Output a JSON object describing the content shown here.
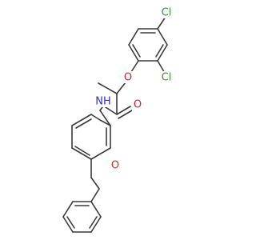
{
  "molecule": {
    "atom_labels": {
      "cl_top": "Cl",
      "cl_right": "Cl",
      "o_ether_top": "O",
      "o_carbonyl": "O",
      "nh": "NH",
      "o_ether_bottom": "O"
    }
  },
  "colors": {
    "bond": "#3a3a3a",
    "chlorine": "#2e9a2e",
    "oxygen": "#e0231c",
    "nitrogen": "#2b32c8"
  }
}
